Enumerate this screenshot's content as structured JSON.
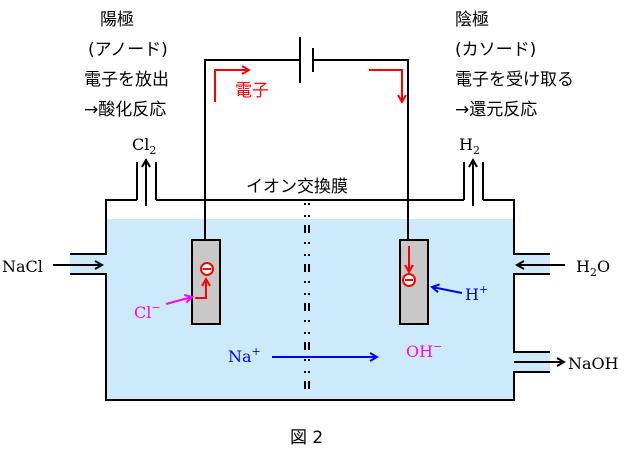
{
  "anode": {
    "title": "陽極",
    "subtitle": "(アノード)",
    "line1": "電子を放出",
    "line2": "→酸化反応",
    "gas": "Cl",
    "gas_sub": "2"
  },
  "cathode": {
    "title": "陰極",
    "subtitle": "(カソード)",
    "line1": "電子を受け取る",
    "line2": "→還元反応",
    "gas": "H",
    "gas_sub": "2"
  },
  "circuit": {
    "electron_label": "電子"
  },
  "membrane": {
    "label": "イオン交換膜"
  },
  "inputs": {
    "left": "NaCl",
    "right_main": "H",
    "right_sub": "2",
    "right_tail": "O"
  },
  "outputs": {
    "right": "NaOH"
  },
  "ions": {
    "chloride": "Cl",
    "chloride_charge": "−",
    "hydrogen": "H",
    "hydrogen_charge": "+",
    "sodium": "Na",
    "sodium_charge": "+",
    "hydroxide": "OH",
    "hydroxide_charge": "−"
  },
  "electron_symbol": "−",
  "caption": "図 2",
  "colors": {
    "electrolyte": "#cceaf9",
    "electrode": "#c8c8c8",
    "electron": "#ff0000",
    "chloride": "#ff00ff",
    "hydroxide": "#ff00ff",
    "cation": "#0000ff"
  }
}
